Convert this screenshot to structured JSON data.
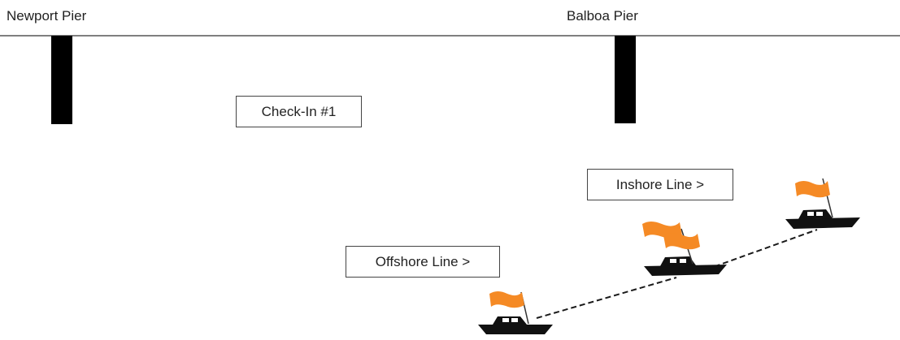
{
  "piers": {
    "newport_label": "Newport Pier",
    "balboa_label": "Balboa Pier"
  },
  "boxes": {
    "check_in": "Check-In #1",
    "inshore_line": "Inshore Line >",
    "offshore_line": "Offshore Line >"
  },
  "colors": {
    "flag": "#f58a25",
    "hull": "#111111",
    "pier": "#000000",
    "line": "#1a1a1a"
  },
  "boats": [
    {
      "id": "offshore-boat",
      "flags": 1
    },
    {
      "id": "middle-boat",
      "flags": 2
    },
    {
      "id": "inshore-boat",
      "flags": 1
    }
  ]
}
